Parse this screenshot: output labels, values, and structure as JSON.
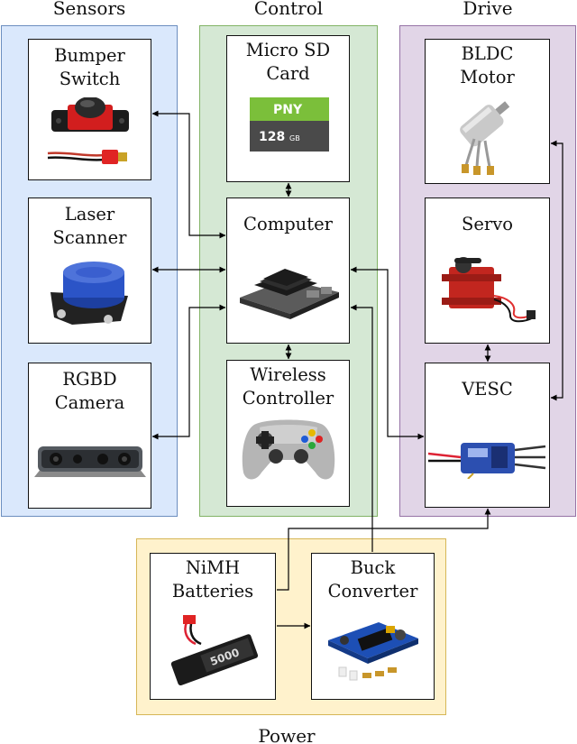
{
  "colors": {
    "sensors_fill": "#dae8fc",
    "sensors_border": "#6c8ebf",
    "control_fill": "#d5e8d4",
    "control_border": "#82b366",
    "drive_fill": "#e1d5e7",
    "drive_border": "#9673a6",
    "power_fill": "#fff2cc",
    "power_border": "#d6b656",
    "edge": "#000000"
  },
  "groups": {
    "sensors": "Sensors",
    "control": "Control",
    "drive": "Drive",
    "power": "Power"
  },
  "nodes": {
    "bumper": {
      "label": "Bumper\nSwitch",
      "icon": "bumper-switch-icon"
    },
    "laser": {
      "label": "Laser\nScanner",
      "icon": "laser-scanner-icon"
    },
    "rgbd": {
      "label": "RGBD\nCamera",
      "icon": "depth-camera-icon"
    },
    "sd": {
      "label": "Micro SD\nCard",
      "icon": "sd-card-icon",
      "brand": "PNY",
      "capacity": "128",
      "unit": "GB"
    },
    "computer": {
      "label": "Computer",
      "icon": "compute-board-icon"
    },
    "wireless": {
      "label": "Wireless\nController",
      "icon": "gamepad-icon"
    },
    "bldc": {
      "label": "BLDC\nMotor",
      "icon": "motor-icon"
    },
    "servo": {
      "label": "Servo",
      "icon": "servo-icon"
    },
    "vesc": {
      "label": "VESC",
      "icon": "speed-controller-icon"
    },
    "nimh": {
      "label": "NiMH\nBatteries",
      "icon": "battery-pack-icon",
      "capacity": "5000"
    },
    "buck": {
      "label": "Buck\nConverter",
      "icon": "buck-converter-icon"
    }
  },
  "edges": [
    {
      "from": "bumper",
      "to": "computer",
      "bidirectional": true
    },
    {
      "from": "laser",
      "to": "computer",
      "bidirectional": true
    },
    {
      "from": "rgbd",
      "to": "computer",
      "bidirectional": true
    },
    {
      "from": "sd",
      "to": "computer",
      "bidirectional": true
    },
    {
      "from": "wireless",
      "to": "computer",
      "bidirectional": true
    },
    {
      "from": "computer",
      "to": "vesc",
      "bidirectional": true
    },
    {
      "from": "bldc",
      "to": "vesc",
      "bidirectional": true
    },
    {
      "from": "servo",
      "to": "vesc",
      "bidirectional": true
    },
    {
      "from": "nimh",
      "to": "buck",
      "bidirectional": false
    },
    {
      "from": "nimh",
      "to": "vesc",
      "bidirectional": false
    },
    {
      "from": "buck",
      "to": "computer",
      "bidirectional": false
    }
  ]
}
